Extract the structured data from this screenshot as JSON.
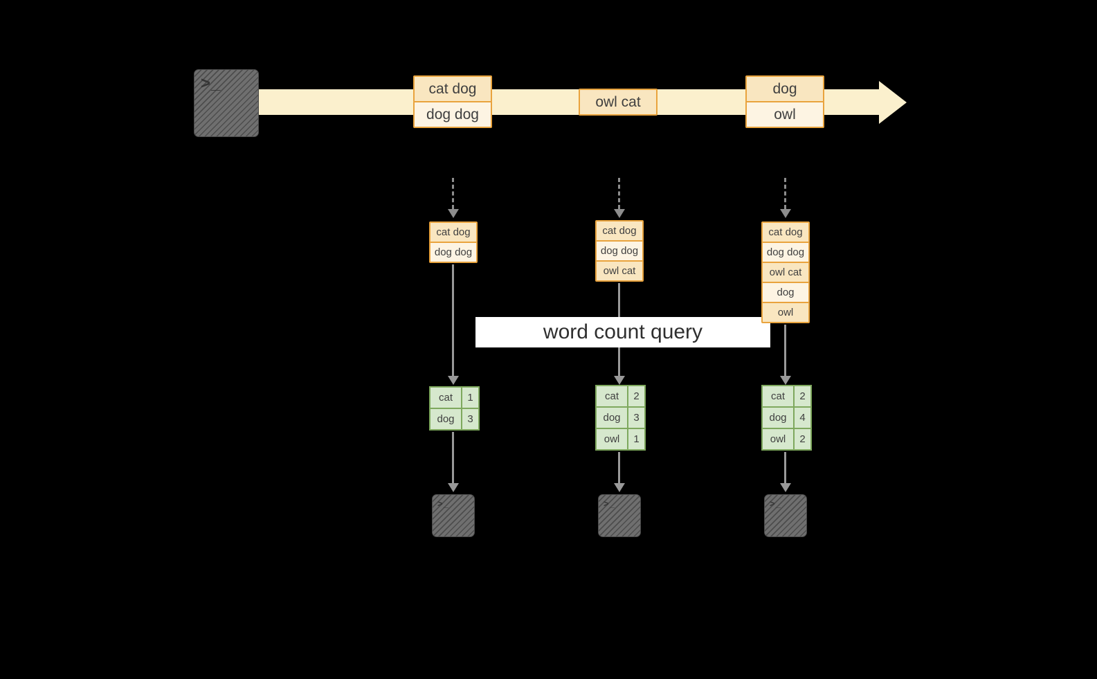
{
  "banner": {
    "label": "word count query"
  },
  "terminals": {
    "prompt_glyph": ">_"
  },
  "stream": {
    "batches": [
      {
        "lines": [
          "cat dog",
          "dog dog"
        ]
      },
      {
        "lines": [
          "owl cat"
        ]
      },
      {
        "lines": [
          "dog",
          "owl"
        ]
      }
    ]
  },
  "input_tables": [
    {
      "rows": [
        "cat dog",
        "dog dog"
      ]
    },
    {
      "rows": [
        "cat dog",
        "dog dog",
        "owl cat"
      ]
    },
    {
      "rows": [
        "cat dog",
        "dog dog",
        "owl cat",
        "dog",
        "owl"
      ]
    }
  ],
  "result_tables": [
    {
      "rows": [
        {
          "word": "cat",
          "count": 1
        },
        {
          "word": "dog",
          "count": 3
        }
      ]
    },
    {
      "rows": [
        {
          "word": "cat",
          "count": 2
        },
        {
          "word": "dog",
          "count": 3
        },
        {
          "word": "owl",
          "count": 1
        }
      ]
    },
    {
      "rows": [
        {
          "word": "cat",
          "count": 2
        },
        {
          "word": "dog",
          "count": 4
        },
        {
          "word": "owl",
          "count": 2
        }
      ]
    }
  ],
  "colors": {
    "background": "#000000",
    "stream_band": "#fbf0cd",
    "box_border": "#e9a33d",
    "box_fill_dark": "#f9e6c0",
    "box_fill_light": "#fdf4e3",
    "result_border": "#7ea85d",
    "result_fill": "#d6e8cd",
    "banner_bg": "#ffffff",
    "arrow_gray": "#999999",
    "terminal_gray": "#6f6f6f",
    "text": "#3f3f3f"
  }
}
